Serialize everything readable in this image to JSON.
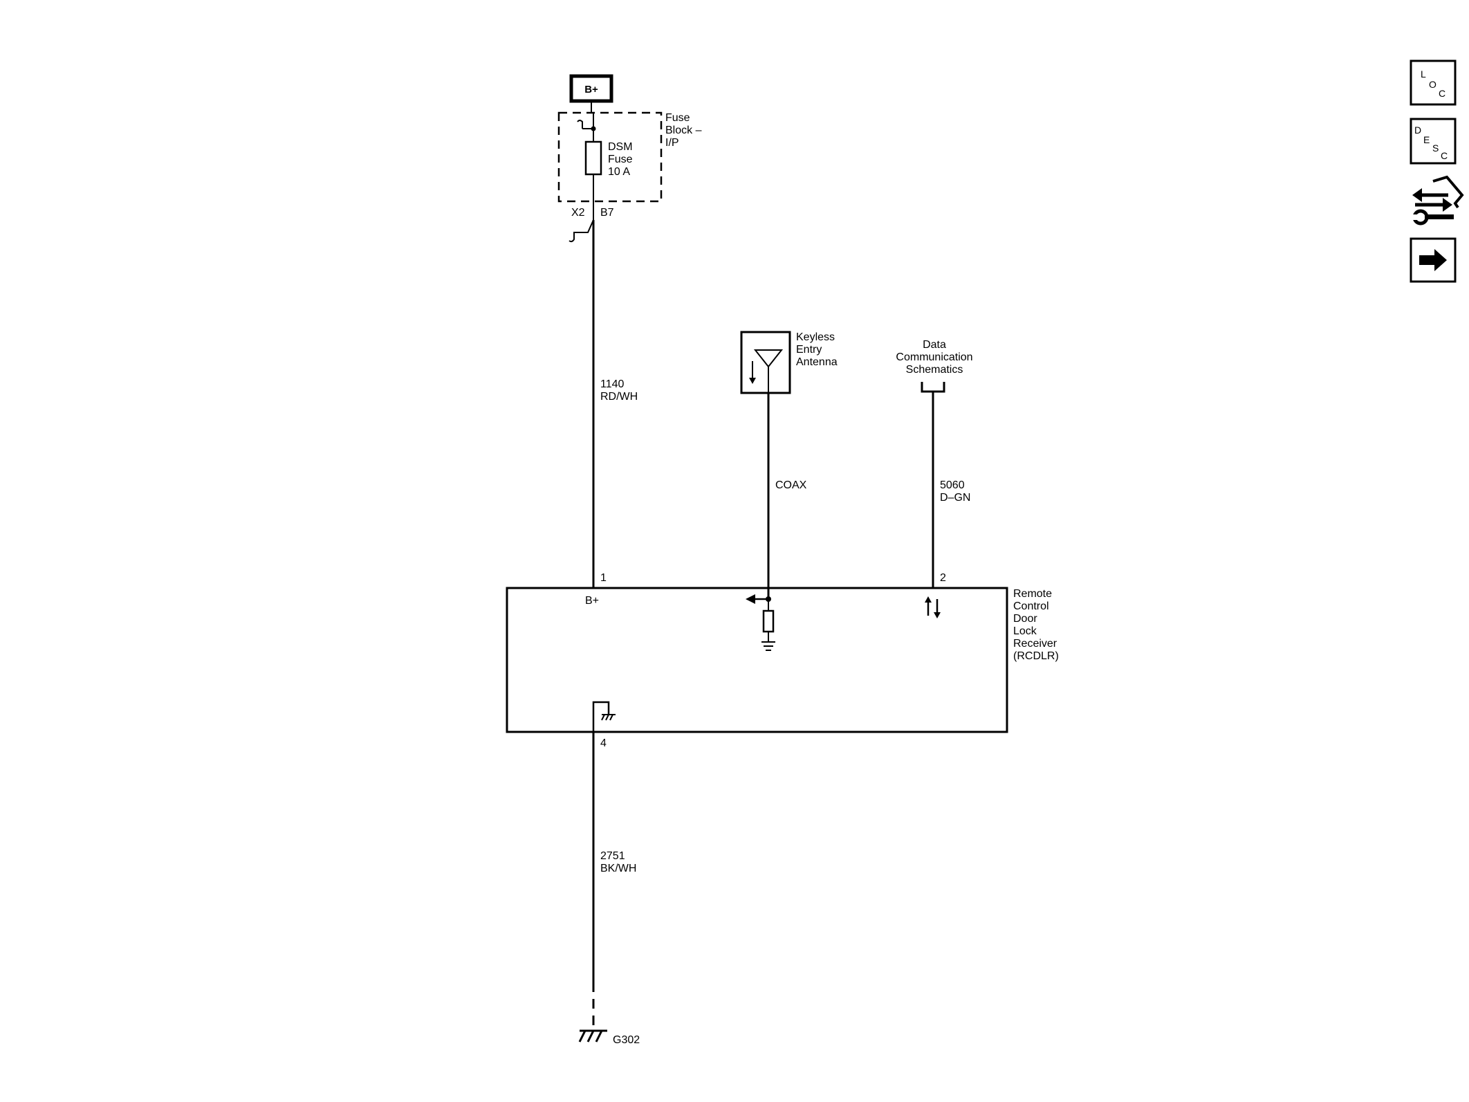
{
  "power_source": {
    "label": "B+"
  },
  "fuse_block": {
    "name_lines": [
      "Fuse",
      "Block –",
      "I/P"
    ],
    "connector": "X2",
    "pin": "B7"
  },
  "fuse": {
    "label_lines": [
      "DSM",
      "Fuse",
      "10 A"
    ]
  },
  "wires": {
    "power": {
      "circuit": "1140",
      "color": "RD/WH"
    },
    "antenna": {
      "label": "COAX"
    },
    "data": {
      "circuit": "5060",
      "color": "D–GN"
    },
    "ground": {
      "circuit": "2751",
      "color": "BK/WH"
    }
  },
  "antenna": {
    "label_lines": [
      "Keyless",
      "Entry",
      "Antenna"
    ]
  },
  "data_link": {
    "label_lines": [
      "Data",
      "Communication",
      "Schematics"
    ]
  },
  "module": {
    "name_lines": [
      "Remote",
      "Control",
      "Door",
      "Lock",
      "Receiver",
      "(RCDLR)"
    ],
    "pins": {
      "power": "1",
      "data": "2",
      "ground": "4"
    },
    "power_label": "B+"
  },
  "ground": {
    "label": "G302"
  },
  "nav": {
    "loc": {
      "letters": [
        "L",
        "O",
        "C"
      ]
    },
    "desc": {
      "letters": [
        "D",
        "E",
        "S",
        "C"
      ]
    },
    "icons": [
      "loc-icon",
      "desc-icon",
      "connector-tool-icon",
      "next-arrow-icon"
    ]
  },
  "colors": {
    "line": "#000000",
    "background": "#ffffff"
  }
}
